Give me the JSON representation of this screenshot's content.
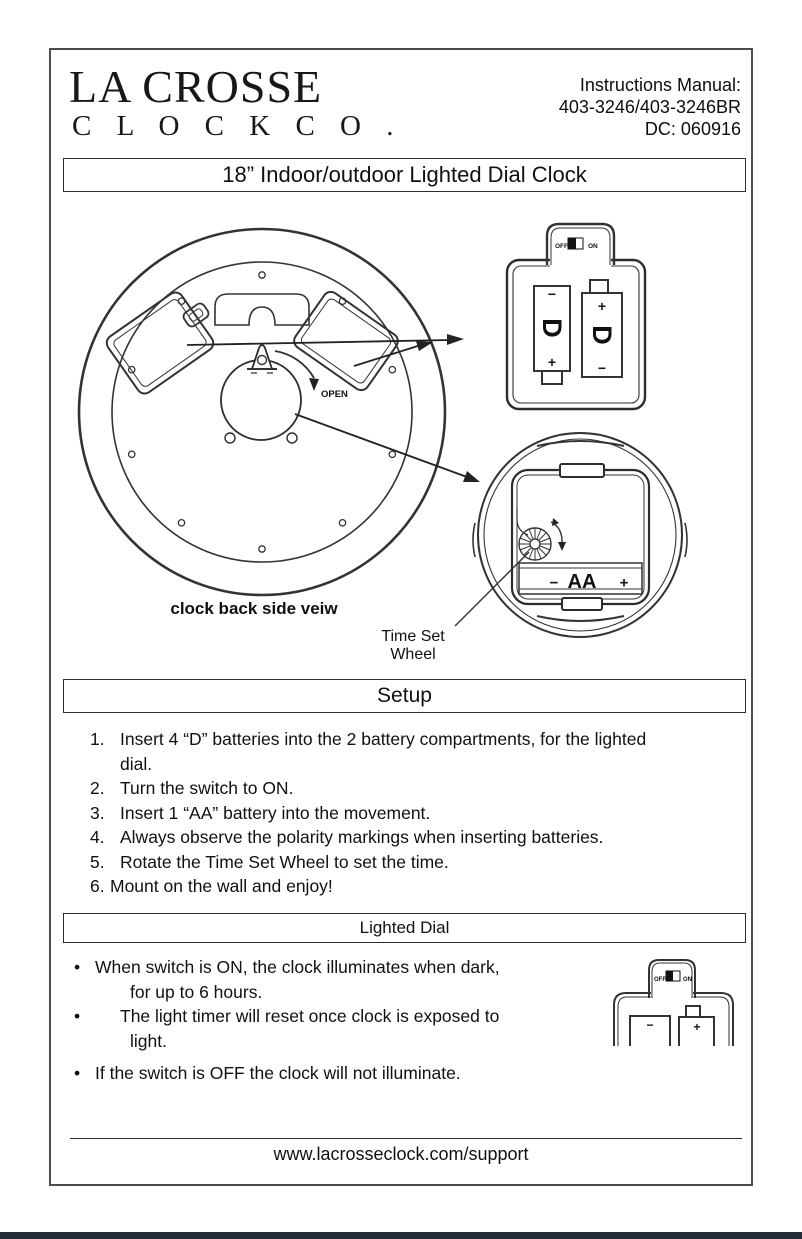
{
  "header": {
    "logo_line1": "LA CROSSE",
    "logo_line2": "C L O C K   C O .",
    "manual_label": "Instructions Manual:",
    "model_numbers": "403-3246/403-3246BR",
    "date_code": "DC: 060916"
  },
  "title_bar": "18” Indoor/outdoor Lighted Dial Clock",
  "diagram": {
    "caption": "clock back side veiw",
    "open_label": "OPEN",
    "time_set_line1": "Time Set",
    "time_set_line2": "Wheel",
    "d_label": "D",
    "aa_label": "AA",
    "switch_off": "OFF",
    "switch_on": "ON",
    "plus": "+",
    "minus": "−"
  },
  "setup": {
    "title": "Setup",
    "items": [
      {
        "n": "1.",
        "lines": [
          "Insert 4 “D” batteries into the 2 battery compartments, for the lighted",
          "dial."
        ]
      },
      {
        "n": "2.",
        "lines": [
          "Turn the switch to ON."
        ]
      },
      {
        "n": "3.",
        "lines": [
          "Insert 1 “AA” battery into the movement."
        ]
      },
      {
        "n": "4.",
        "lines": [
          "Always observe the polarity markings when inserting batteries."
        ]
      },
      {
        "n": "5.",
        "lines": [
          "Rotate the Time Set Wheel to set the time."
        ]
      },
      {
        "n": "6.",
        "lines": [
          "Mount on the wall and enjoy!"
        ]
      }
    ]
  },
  "lighted_dial": {
    "title": "Lighted Dial",
    "bullet": "•",
    "items": [
      {
        "lines": [
          "When switch is ON, the clock illuminates when dark,",
          "for up to 6 hours."
        ]
      },
      {
        "lines": [
          "The light timer will reset once clock is exposed to",
          "light."
        ]
      },
      {
        "lines": [
          "If the switch is OFF the clock will not illuminate."
        ]
      }
    ]
  },
  "footer": {
    "url": "www.lacrosseclock.com/support"
  }
}
